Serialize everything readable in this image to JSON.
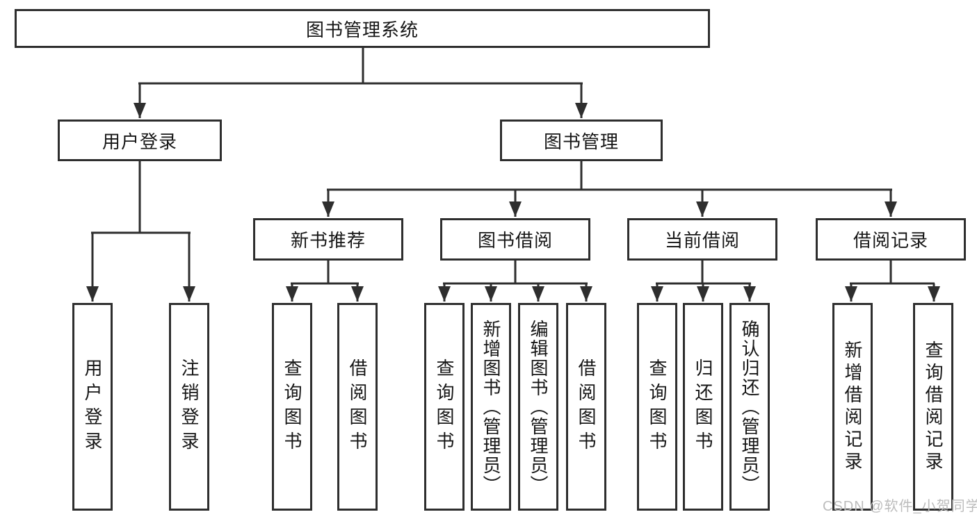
{
  "title": "图书管理系统",
  "watermark": "CSDN @软件_小贺同学",
  "colors": {
    "line": "#2e2e2e",
    "box_background": "#ffffff",
    "watermark_text": "#bcbcbc"
  },
  "tree": {
    "root": "图书管理系统",
    "user_login": {
      "label": "用户登录",
      "children": [
        "用户登录",
        "注销登录"
      ]
    },
    "book_mgmt": {
      "label": "图书管理",
      "sections": {
        "new_book": {
          "label": "新书推荐",
          "children": [
            "查询图书",
            "借阅图书"
          ]
        },
        "borrow": {
          "label": "图书借阅",
          "children": [
            "查询图书",
            "新增图书（管理员）",
            "编辑图书（管理员）",
            "借阅图书"
          ]
        },
        "current": {
          "label": "当前借阅",
          "children": [
            "查询图书",
            "归还图书",
            "确认归还（管理员）"
          ]
        },
        "records": {
          "label": "借阅记录",
          "children": [
            "新增借阅记录",
            "查询借阅记录"
          ]
        }
      }
    }
  }
}
